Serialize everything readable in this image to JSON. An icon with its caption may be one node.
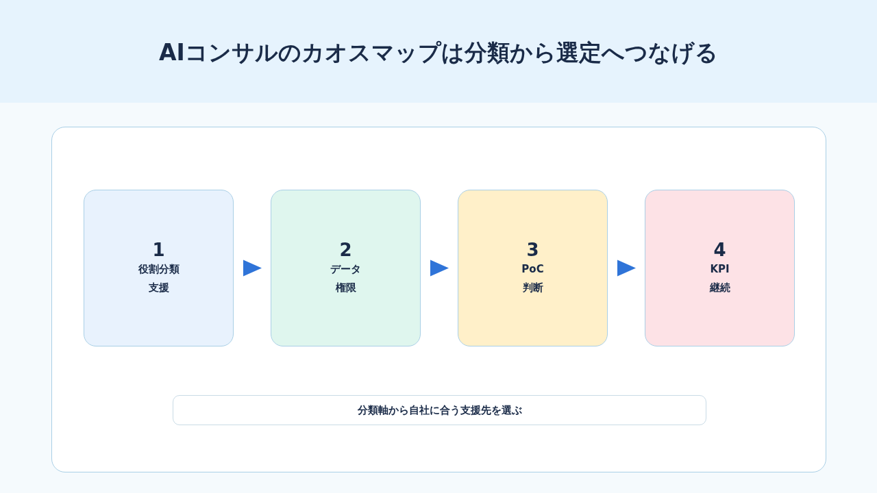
{
  "diagram": {
    "title": "AIコンサルのカオスマップは分類から選定へつなげる",
    "nodes": [
      {
        "text": [],
        "shape": "box"
      },
      {
        "text": [
          "1",
          "役割分類",
          "支援"
        ],
        "in": 0
      },
      {
        "text": [
          "2",
          "データ",
          "権限"
        ],
        "in": 0
      },
      {
        "text": [
          "3",
          "PoC",
          "判断"
        ],
        "in": 0
      },
      {
        "text": [
          "4",
          "KPI",
          "継続"
        ],
        "in": 0
      },
      {
        "text": [
          "分類軸から自社に合う支援先を選ぶ"
        ],
        "in": 0
      }
    ],
    "edges": [
      {
        "from": 1,
        "to": 2,
        "arrow": "to"
      },
      {
        "from": 2,
        "to": 3,
        "arrow": "to"
      },
      {
        "from": 3,
        "to": 4,
        "arrow": "to"
      }
    ]
  }
}
